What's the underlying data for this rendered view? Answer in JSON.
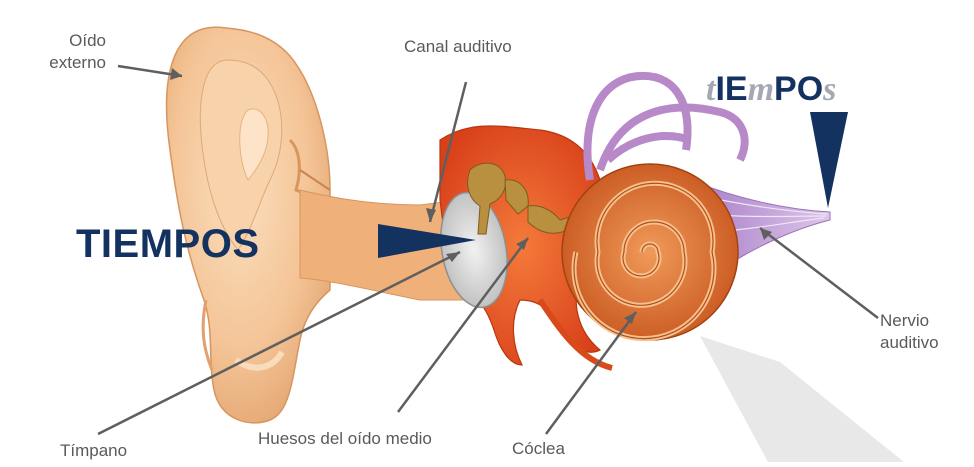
{
  "labels": {
    "outer_ear": [
      "Oído",
      "externo"
    ],
    "ear_canal": "Canal auditivo",
    "auditory_nerve": [
      "Nervio",
      "auditivo"
    ],
    "eardrum": "Tímpano",
    "middle_ear_bones": "Huesos del oído medio",
    "cochlea": "Cóclea"
  },
  "sound_words": {
    "incoming": "TIEMPOS",
    "distorted": [
      {
        "text": "t",
        "case": "lower"
      },
      {
        "text": "IE",
        "case": "upper"
      },
      {
        "text": "m",
        "case": "lower"
      },
      {
        "text": "PO",
        "case": "upper"
      },
      {
        "text": "s",
        "case": "lower"
      }
    ]
  },
  "colors": {
    "label_text": "#5a5a5a",
    "navy": "#13325f",
    "muted_letters": "#a5a8b2",
    "skin": "#f2c28f",
    "middle_ear": "#e8561f",
    "cochlea": "#d6651e",
    "nerve": "#b89ad3",
    "ossicles": "#b89040",
    "zoom_beam": "#e6e6e6"
  }
}
